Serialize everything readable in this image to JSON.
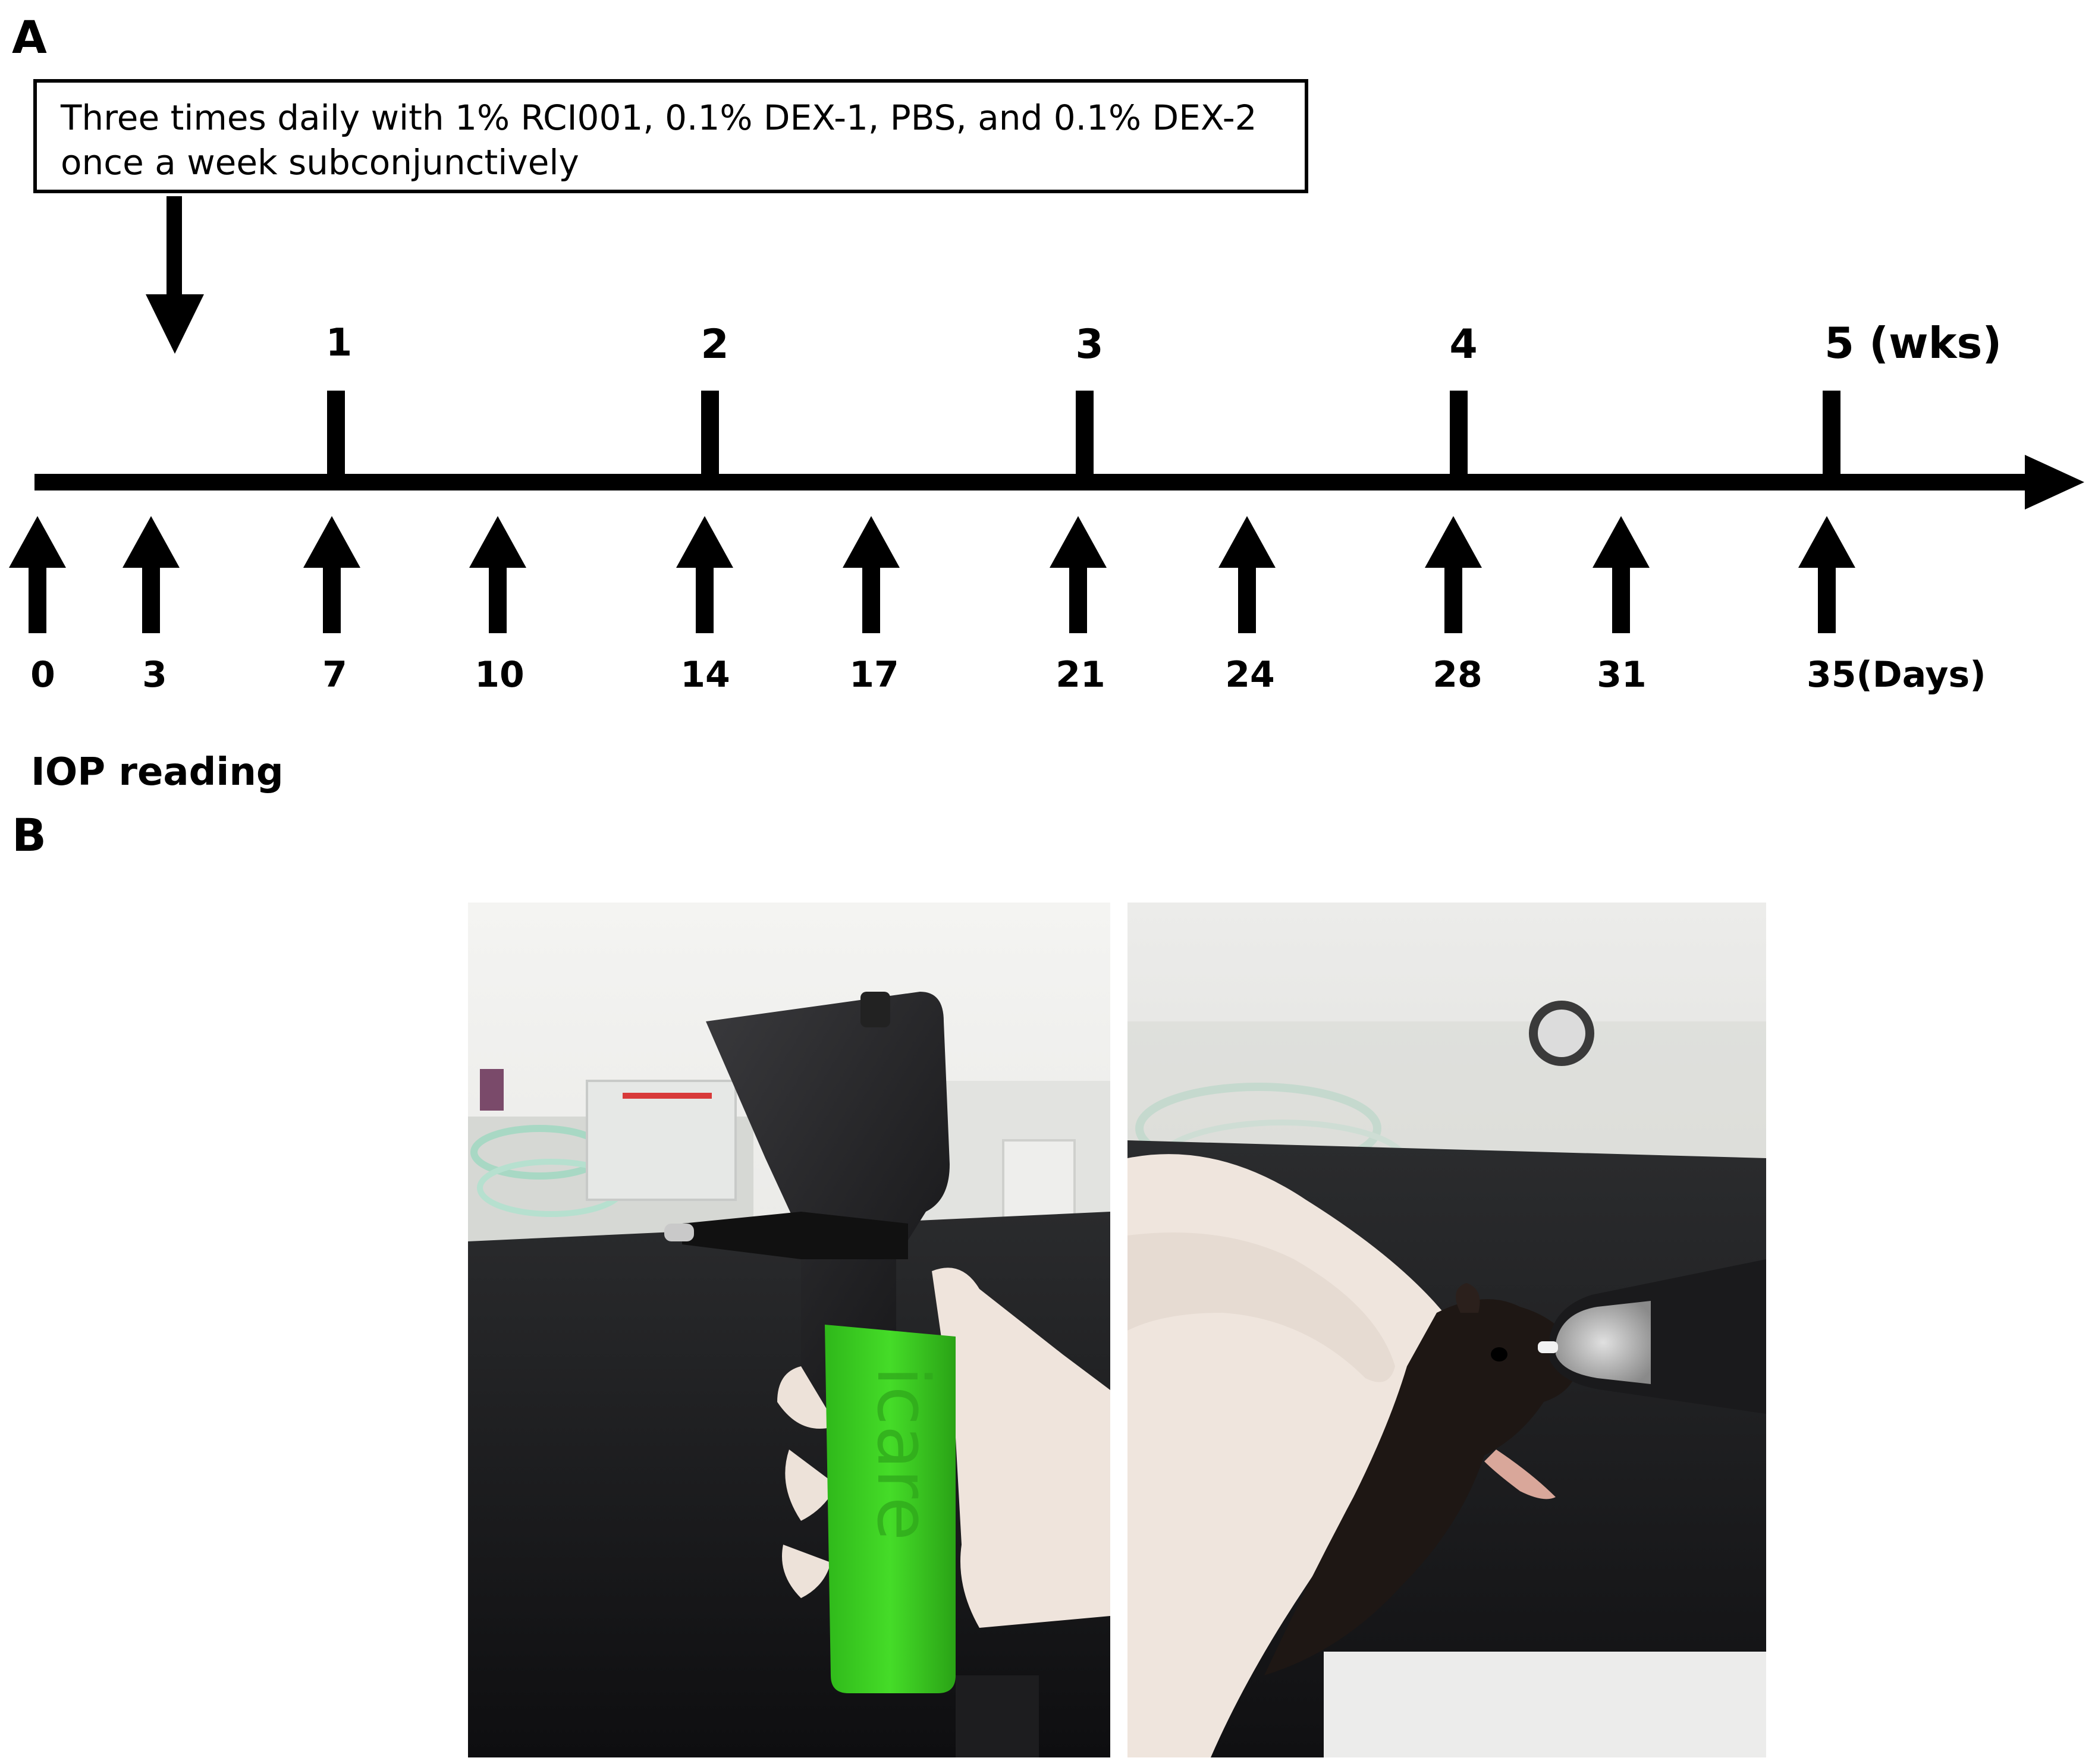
{
  "panels": {
    "a": {
      "letter": "A"
    },
    "b": {
      "letter": "B"
    }
  },
  "treatment_note": {
    "line1": "Three times daily with 1% RCI001, 0.1% DEX-1, PBS, and 0.1% DEX-2",
    "line2": "once a week subconjunctively"
  },
  "timeline": {
    "weeks": [
      "1",
      "2",
      "3",
      "4",
      "5 (wks)"
    ],
    "days": [
      "0",
      "3",
      "7",
      "10",
      "14",
      "17",
      "21",
      "24",
      "28",
      "31",
      "35(Days)"
    ]
  },
  "iop_label": "IOP reading",
  "photos": {
    "left": {
      "device_brand": "icare"
    },
    "right": {}
  },
  "colors": {
    "device_green": "#3ed123",
    "device_black": "#1b1b1d",
    "glove": "#efe4dc",
    "bench": "#18191b"
  }
}
